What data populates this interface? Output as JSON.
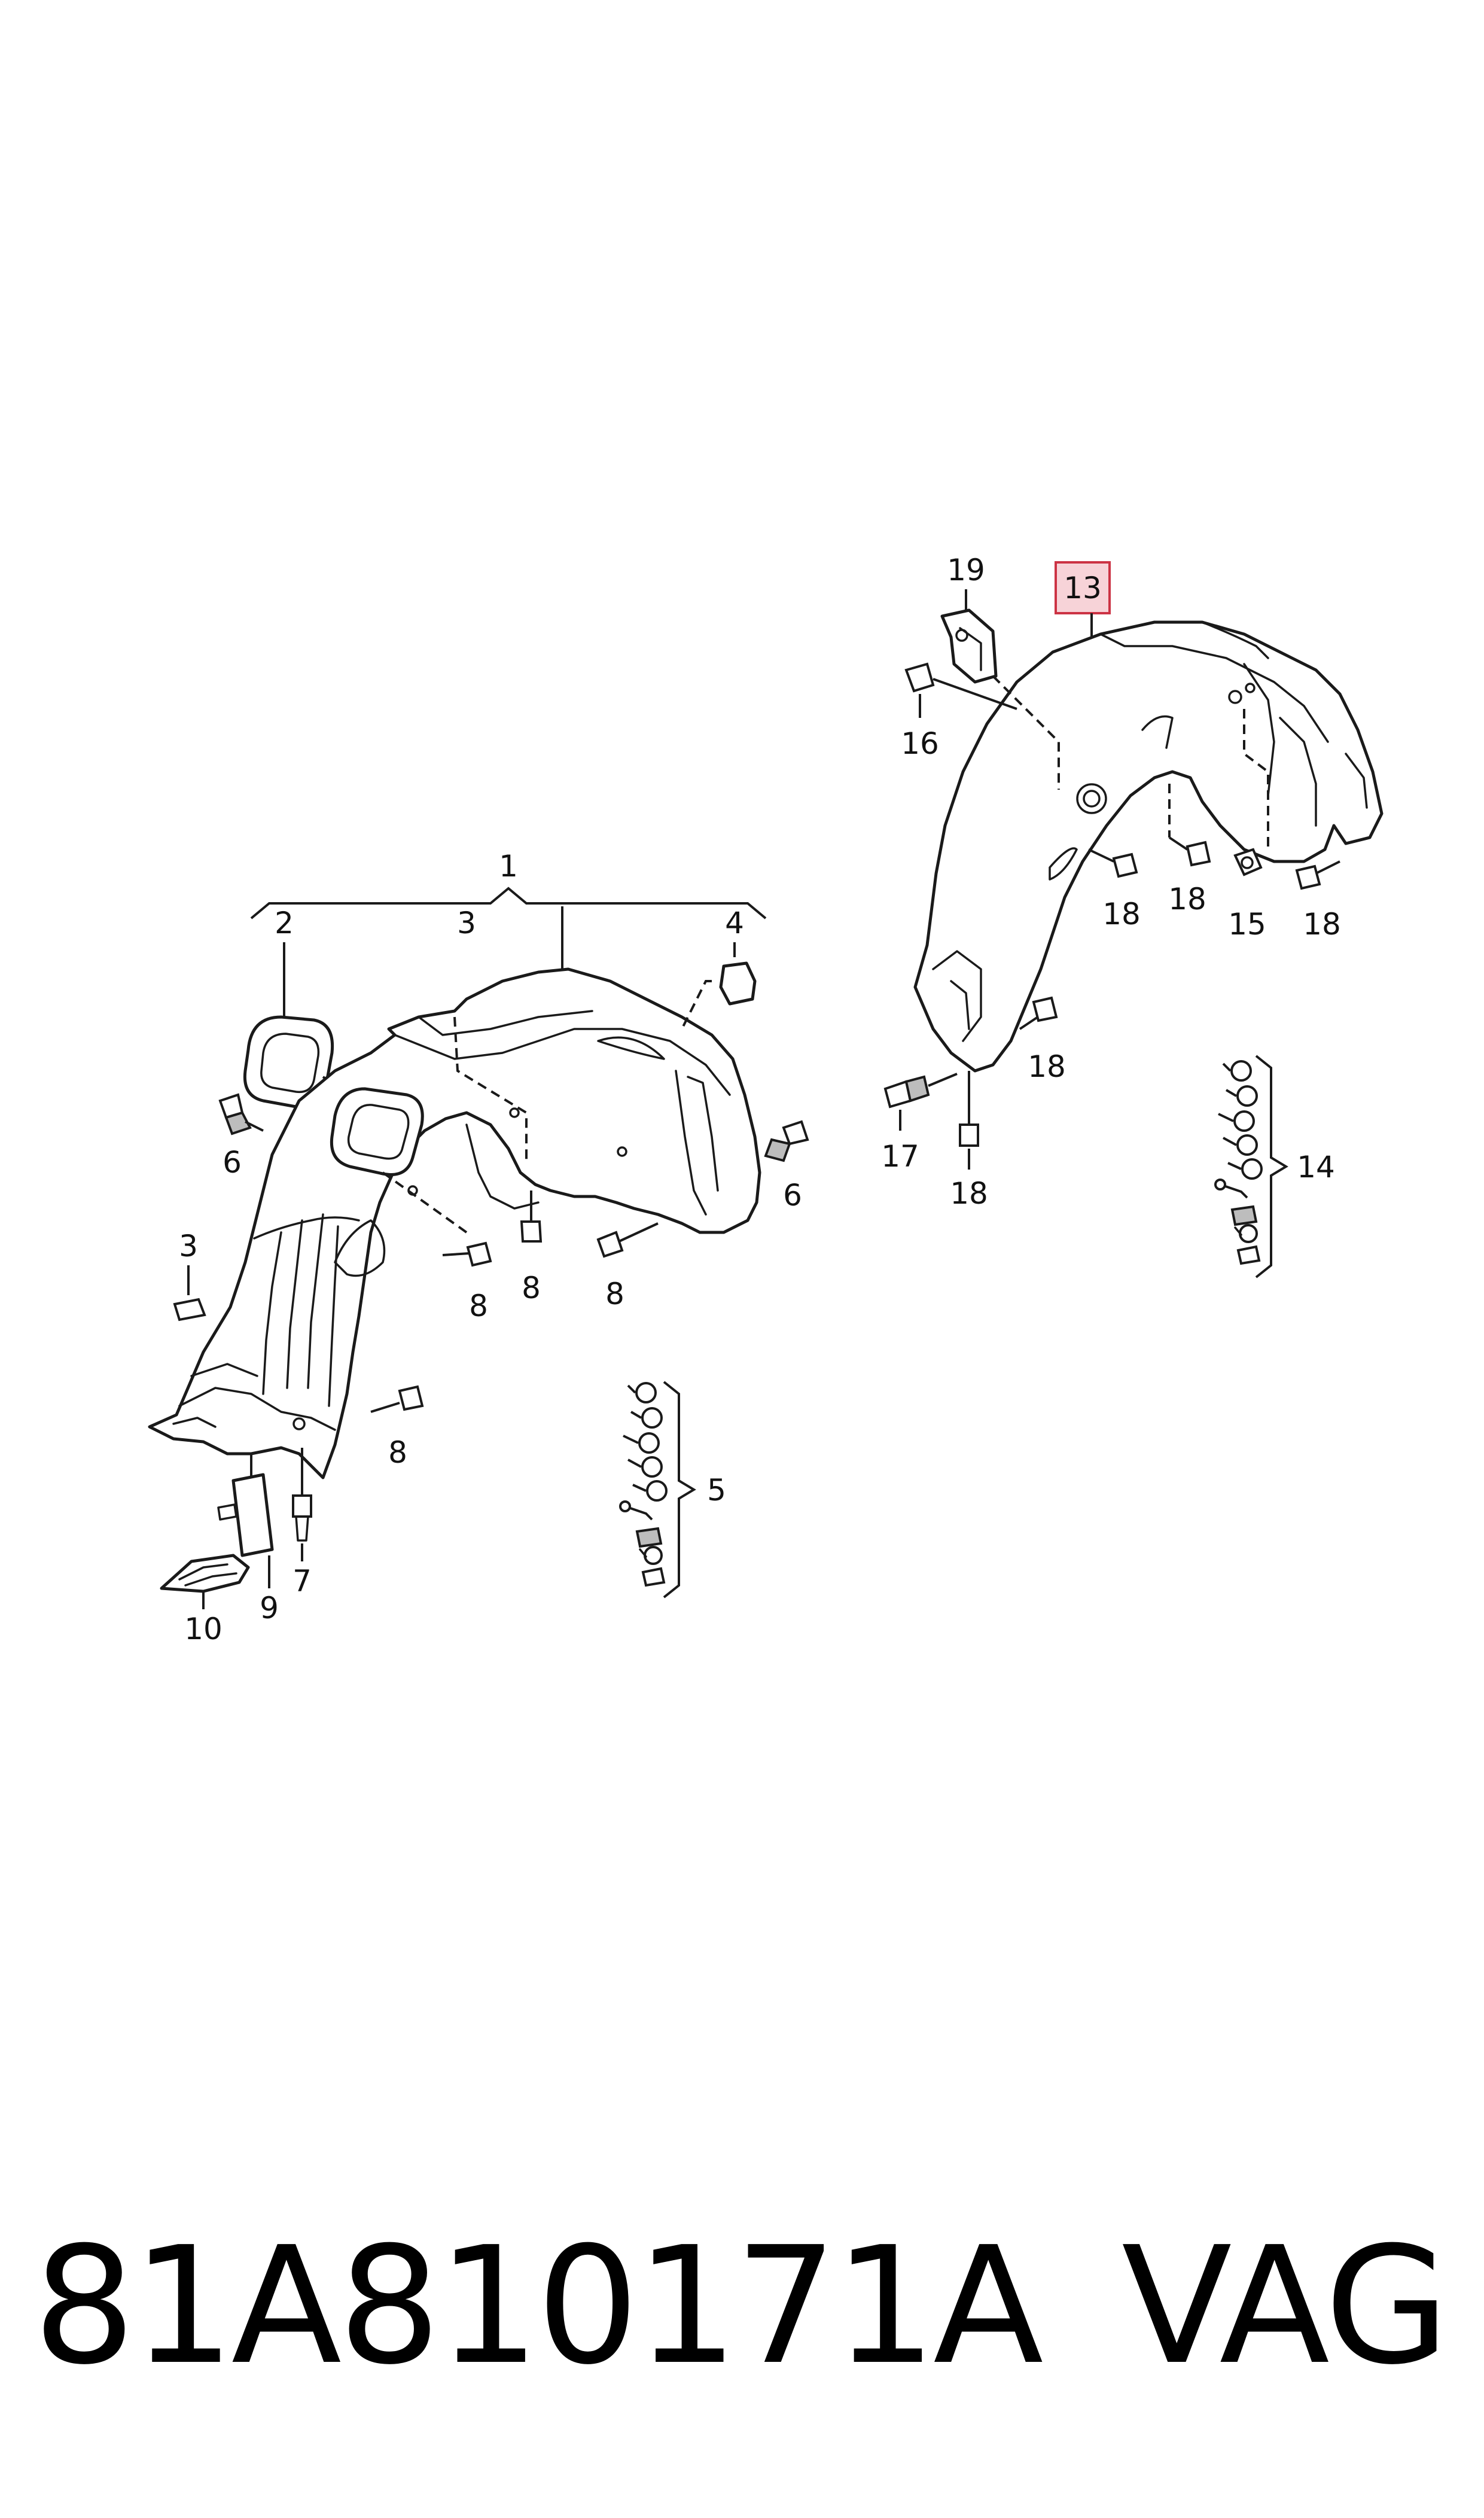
{
  "diagram": {
    "left_assembly": {
      "callouts": {
        "c1": "1",
        "c2": "2",
        "c3a": "3",
        "c3b": "3",
        "c4": "4",
        "c5": "5",
        "c6a": "6",
        "c6b": "6",
        "c7": "7",
        "c8a": "8",
        "c8b": "8",
        "c8c": "8",
        "c8d": "8",
        "c9": "9",
        "c10": "10"
      }
    },
    "right_assembly": {
      "callouts": {
        "c13": "13",
        "c14": "14",
        "c15": "15",
        "c16": "16",
        "c17": "17",
        "c18a": "18",
        "c18b": "18",
        "c18c": "18",
        "c18d": "18",
        "c18e": "18",
        "c19": "19"
      },
      "highlighted_callout": "13",
      "highlight_color": "#f7d3d8"
    }
  },
  "footer": {
    "part_number": "81A810171A",
    "brand": "VAG"
  }
}
